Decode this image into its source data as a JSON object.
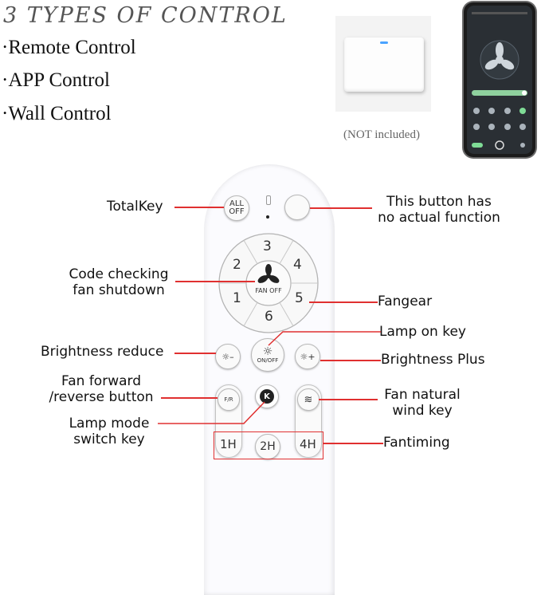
{
  "header": {
    "title": "3 TYPES OF CONTROL",
    "controls": [
      "·Remote Control",
      "·APP Control",
      "·Wall Control"
    ],
    "not_included": "(NOT included)"
  },
  "remote": {
    "all_off": "ALL OFF",
    "fan_off": "FAN OFF",
    "speeds": [
      "1",
      "2",
      "3",
      "4",
      "5",
      "6"
    ],
    "on_off": "ON/OFF",
    "fir": "F/R",
    "timers": [
      "1H",
      "2H",
      "4H"
    ]
  },
  "callouts": {
    "total_key": "TotalKey",
    "no_function": [
      "This button has",
      "no actual function"
    ],
    "code_check": [
      "Code checking",
      "fan shutdown"
    ],
    "fangear": "Fangear",
    "lamp_on": "Lamp on key",
    "bright_reduce": "Brightness reduce",
    "bright_plus": "Brightness Plus",
    "fan_forward": [
      "Fan forward",
      "/reverse button"
    ],
    "natural_wind": [
      "Fan natural",
      "wind key"
    ],
    "lamp_mode": [
      "Lamp mode",
      "switch key"
    ],
    "fantiming": "Fantiming"
  },
  "colors": {
    "callout_line": "#e03030",
    "title": "#555555"
  }
}
